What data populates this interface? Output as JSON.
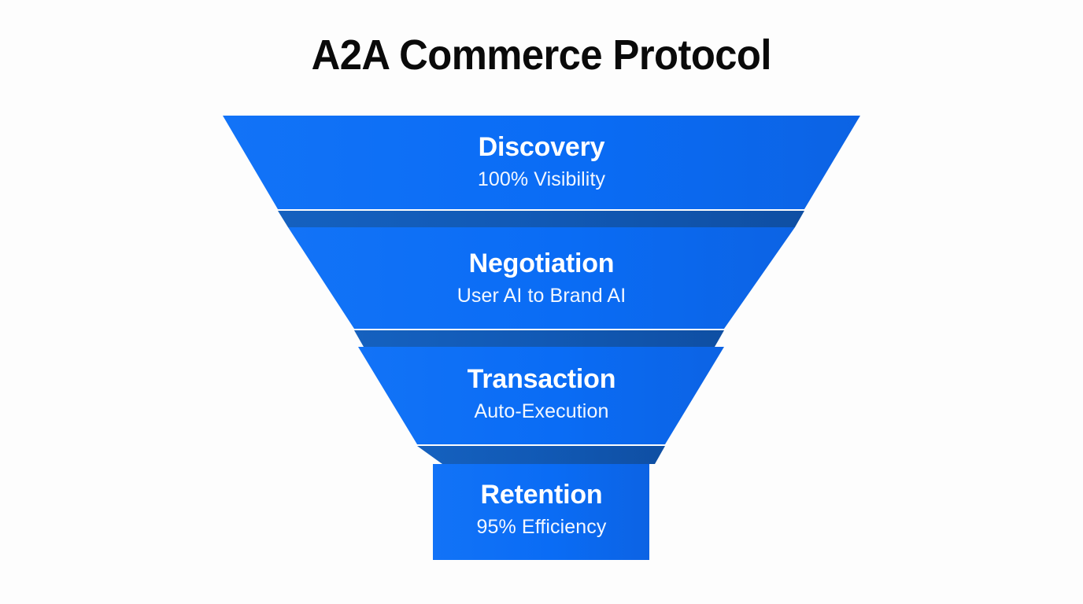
{
  "header": {
    "title": "A2A Commerce Protocol"
  },
  "colors": {
    "background": "#fdfdfd",
    "title_text": "#0a0a0a",
    "stage_fill_light": "#1273f7",
    "stage_fill": "#0a6cf5",
    "stage_fill_dark": "#0c63e4",
    "connector_fill": "#1159b5",
    "connector_fill_dark": "#0f4fa3",
    "stage_label_text": "#ffffff",
    "stage_metric_text": "#f2f7ff"
  },
  "funnel": {
    "type": "funnel",
    "orientation": "vertical",
    "stage_count": 4,
    "stages": [
      {
        "id": "discovery",
        "index": 1,
        "name": "Discovery",
        "metric": "100% Visibility",
        "value": 100,
        "unit": "%",
        "metric_label": "Visibility"
      },
      {
        "id": "negotiation",
        "index": 2,
        "name": "Negotiation",
        "metric": "User AI to Brand AI",
        "value": null,
        "unit": "",
        "metric_label": "User AI to Brand AI"
      },
      {
        "id": "transaction",
        "index": 3,
        "name": "Transaction",
        "metric": "Auto-Execution",
        "value": null,
        "unit": "",
        "metric_label": "Auto-Execution"
      },
      {
        "id": "retention",
        "index": 4,
        "name": "Retention",
        "metric": "95% Efficiency",
        "value": 95,
        "unit": "%",
        "metric_label": "Efficiency"
      }
    ]
  },
  "chart_data": {
    "type": "funnel",
    "title": "A2A Commerce Protocol",
    "categories": [
      "Discovery",
      "Negotiation",
      "Transaction",
      "Retention"
    ],
    "values": [
      100,
      79,
      57,
      34
    ],
    "value_units": "relative funnel width (%)",
    "annotations": [
      "100% Visibility",
      "User AI to Brand AI",
      "Auto-Execution",
      "95% Efficiency"
    ],
    "xlabel": "",
    "ylabel": "",
    "legend": "none",
    "grid": false
  }
}
